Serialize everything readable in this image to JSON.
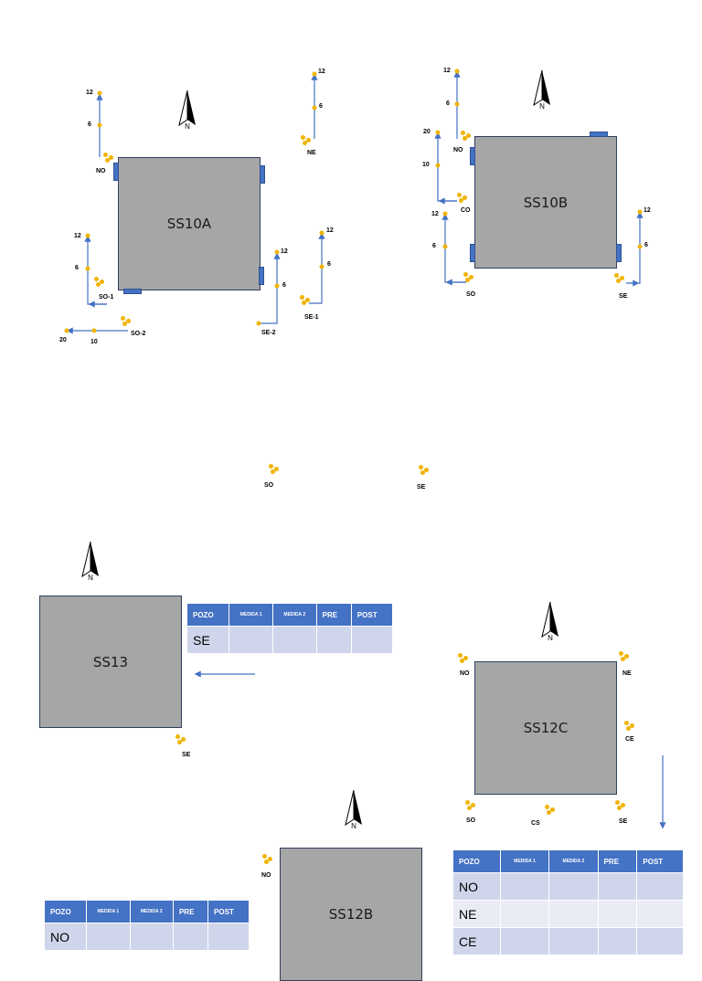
{
  "colors": {
    "structure": "#a6a6a6",
    "line": "#4472c4",
    "well": "#f0b400",
    "header": "#4472c4"
  },
  "icons": {
    "compass": "north-arrow-icon",
    "well": "well-cluster-icon"
  },
  "compass_label": "N",
  "structures": {
    "ss10a": "SS10A",
    "ss10b": "SS10B",
    "ss13": "SS13",
    "ss12c": "SS12C",
    "ss12b": "SS12B"
  },
  "ss10a": {
    "no": {
      "name": "NO",
      "t1": "12",
      "t2": "6"
    },
    "ne": {
      "name": "NE",
      "t1": "12",
      "t2": "6"
    },
    "so1": {
      "name": "SO-1",
      "t1": "12",
      "t2": "6"
    },
    "so2": {
      "name": "SO-2",
      "t1": "20",
      "t2": "10"
    },
    "se2": {
      "name": "SE-2",
      "t1": "12",
      "t2": "6"
    },
    "se1": {
      "name": "SE-1",
      "t1": "12",
      "t2": "6"
    }
  },
  "ss10b": {
    "no": {
      "name": "NO",
      "t1": "12",
      "t2": "6"
    },
    "co": {
      "name": "CO",
      "t1": "20",
      "t2": "10"
    },
    "so": {
      "name": "SO",
      "t1": "12",
      "t2": "6"
    },
    "se": {
      "name": "SE",
      "t1": "12",
      "t2": "6"
    }
  },
  "middle_wells": {
    "so": "SO",
    "se": "SE"
  },
  "ss13": {
    "se": "SE"
  },
  "ss12c": {
    "no": "NO",
    "ne": "NE",
    "ce": "CE",
    "so": "SO",
    "cs": "CS",
    "se": "SE"
  },
  "ss12b": {
    "no": "NO"
  },
  "table_headers": {
    "pozo": "POZO",
    "medida1": "MEDIDA 1",
    "medida2": "MEDIDA 2",
    "pre": "PRE",
    "post": "POST"
  },
  "table_ss13": {
    "rows": [
      "SE"
    ]
  },
  "table_ss12c": {
    "rows": [
      "NO",
      "NE",
      "CE"
    ]
  },
  "table_ss12b": {
    "rows": [
      "NO"
    ]
  }
}
